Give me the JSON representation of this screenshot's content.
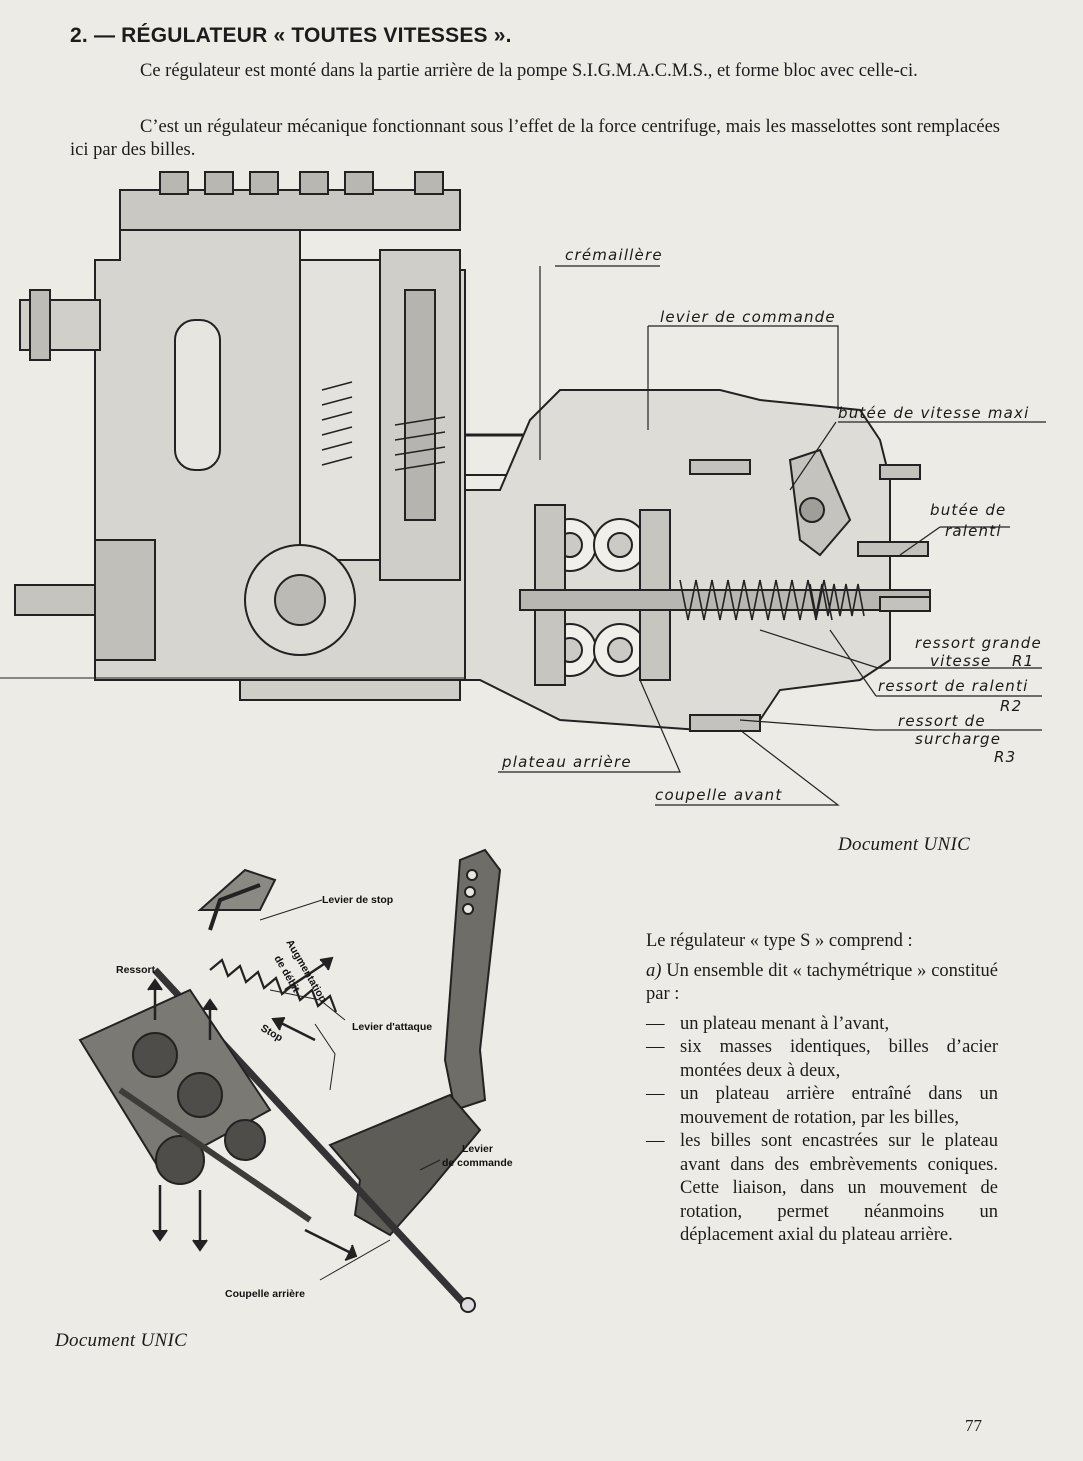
{
  "heading": "2. — RÉGULATEUR « TOUTES VITESSES ».",
  "paragraphs": [
    "Ce régulateur est monté dans la partie arrière de la pompe S.I.G.M.A.C.M.S., et forme bloc avec celle-ci.",
    "C’est un régulateur mécanique fonctionnant sous l’effet de la force centrifuge, mais les masselottes sont remplacées ici par des billes."
  ],
  "figure_top": {
    "labels": {
      "cremaillere": "crémaillère",
      "levier_commande": "levier de commande",
      "butee_vitesse_maxi": "butée de vitesse maxi",
      "butee_ralenti_1": "butée de",
      "butee_ralenti_2": "ralenti",
      "ressort_grande_1": "ressort grande",
      "ressort_grande_2": "vitesse",
      "ressort_grande_r": "R1",
      "ressort_ralenti": "ressort de ralenti",
      "ressort_ralenti_r": "R2",
      "ressort_surcharge_1": "ressort de",
      "ressort_surcharge_2": "surcharge",
      "ressort_surcharge_r": "R3",
      "plateau_arriere": "plateau arrière",
      "coupelle_avant": "coupelle avant"
    },
    "caption": "Document UNIC"
  },
  "figure_bottom": {
    "labels": {
      "levier_stop": "Levier de stop",
      "augmentation_1": "Augmentation",
      "augmentation_2": "de débit",
      "ressort": "Ressort",
      "stop": "Stop",
      "levier_attaque": "Levier d'attaque",
      "levier_commande_1": "Levier",
      "levier_commande_2": "de commande",
      "coupelle_arriere": "Coupelle arrière"
    },
    "caption": "Document UNIC"
  },
  "column": {
    "intro": "Le régulateur « type S » comprend :",
    "a_letter": "a)",
    "a_text": "Un ensemble dit « tachymétrique » constitué par :",
    "items": [
      "un plateau menant à l’avant,",
      "six masses identiques, billes d’acier montées deux à deux,",
      "un plateau arrière entraîné dans un mouvement de rotation, par les billes,",
      "les billes sont encastrées sur le plateau avant dans des embrèvements coniques. Cette liaison, dans un mouvement de rotation, permet néanmoins un déplacement axial du plateau arrière."
    ],
    "dash": "—"
  },
  "page_number": "77"
}
